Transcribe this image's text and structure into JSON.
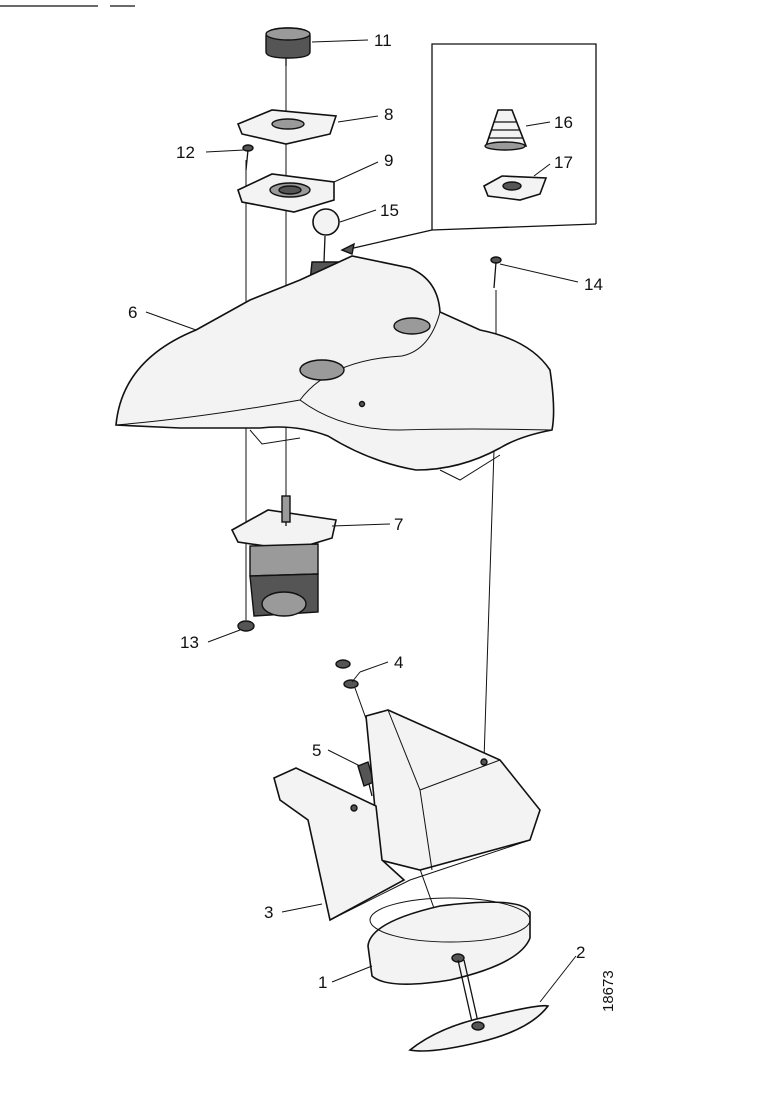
{
  "diagram": {
    "reference_number": "18673",
    "callouts": [
      {
        "id": "c11",
        "label": "11"
      },
      {
        "id": "c8",
        "label": "8"
      },
      {
        "id": "c12",
        "label": "12"
      },
      {
        "id": "c9",
        "label": "9"
      },
      {
        "id": "c15",
        "label": "15"
      },
      {
        "id": "c16",
        "label": "16"
      },
      {
        "id": "c17",
        "label": "17"
      },
      {
        "id": "c14",
        "label": "14"
      },
      {
        "id": "c6",
        "label": "6"
      },
      {
        "id": "c7",
        "label": "7"
      },
      {
        "id": "c13",
        "label": "13"
      },
      {
        "id": "c4",
        "label": "4"
      },
      {
        "id": "c5",
        "label": "5"
      },
      {
        "id": "c3",
        "label": "3"
      },
      {
        "id": "c1",
        "label": "1"
      },
      {
        "id": "c2",
        "label": "2"
      }
    ]
  }
}
